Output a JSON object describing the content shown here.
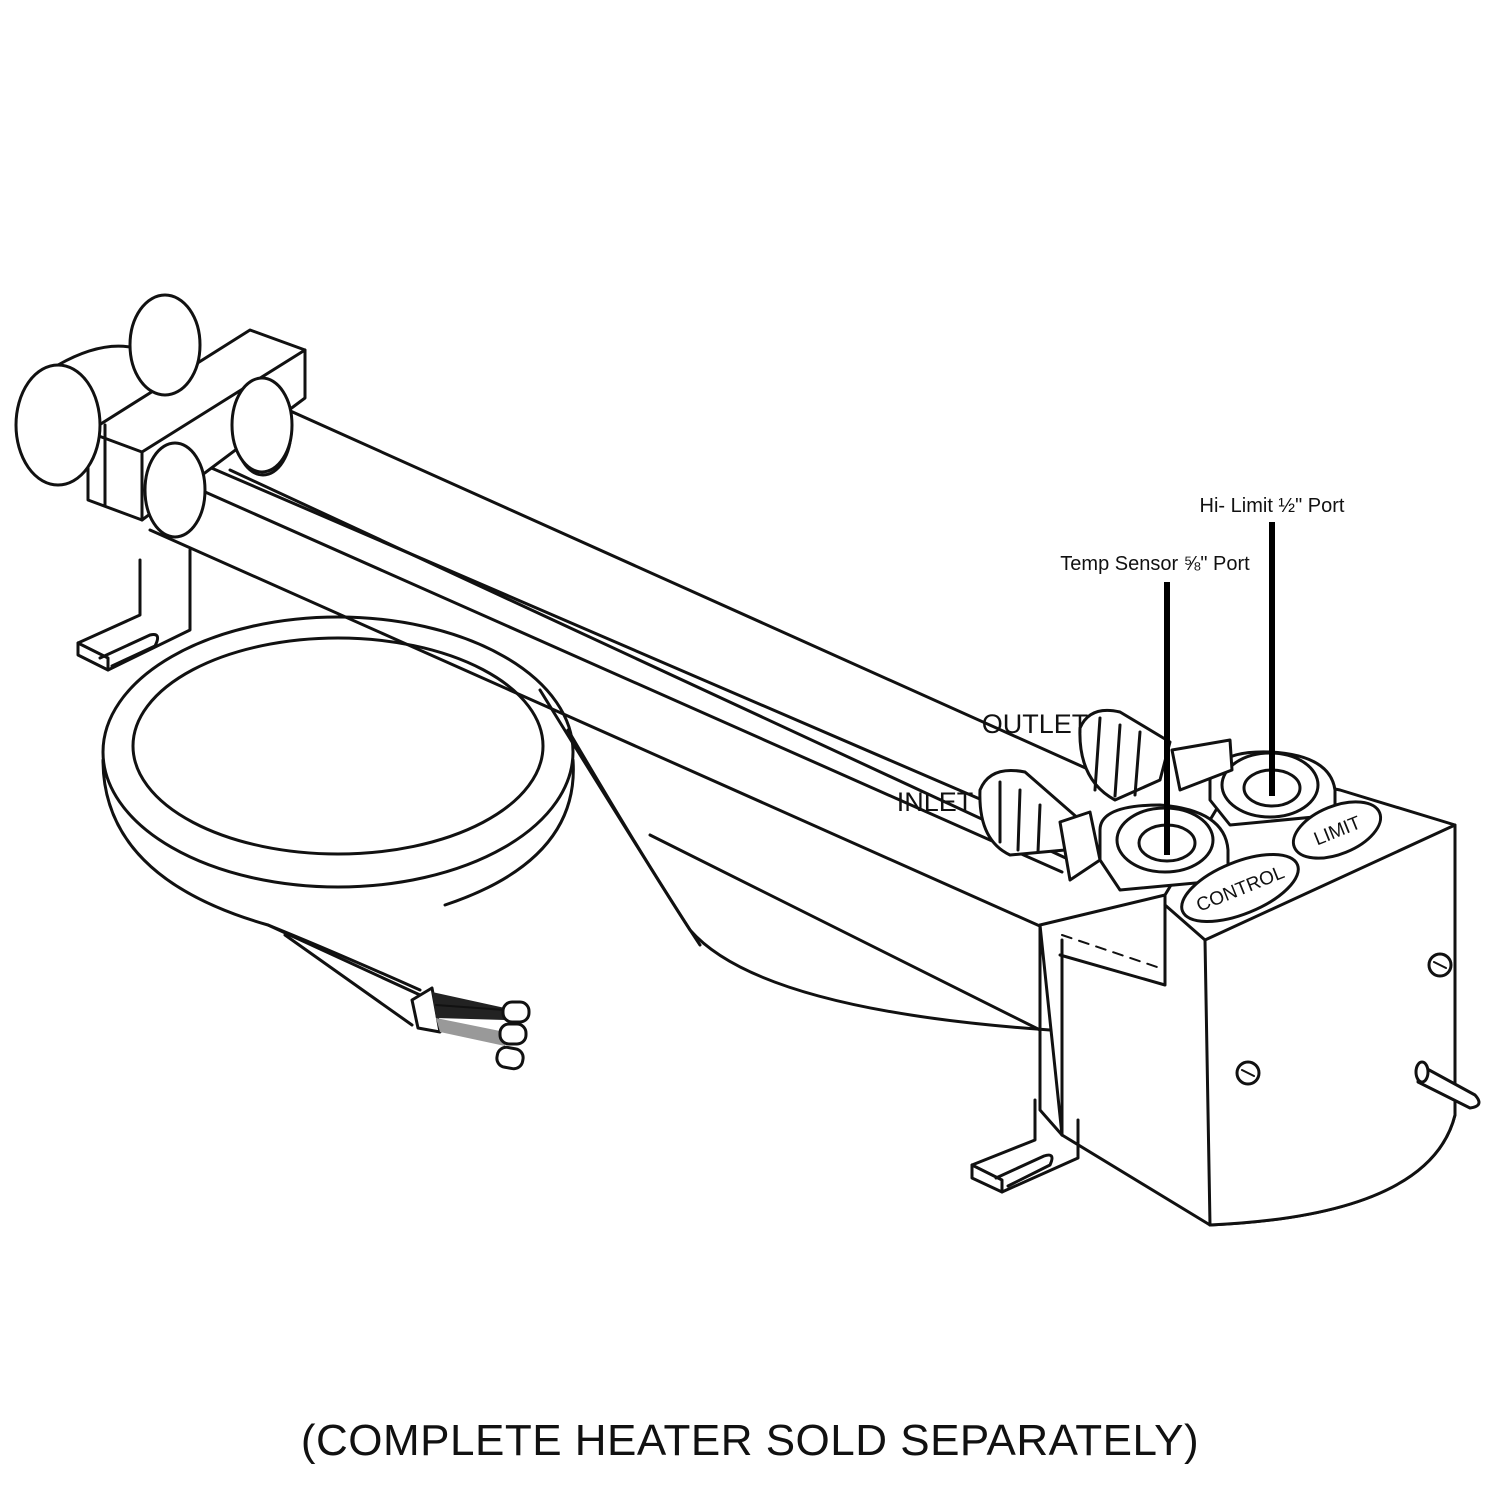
{
  "labels": {
    "hi_limit_port": "Hi- Limit ½\" Port",
    "temp_sensor_port": "Temp Sensor ⅝\" Port",
    "outlet": "OUTLET",
    "inlet": "INLET",
    "control": "CONTROL",
    "limit": "LIMIT"
  },
  "footer": "(COMPLETE HEATER SOLD SEPARATELY)",
  "colors": {
    "line": "#111111",
    "background": "#ffffff",
    "wire_gray": "#888888"
  }
}
